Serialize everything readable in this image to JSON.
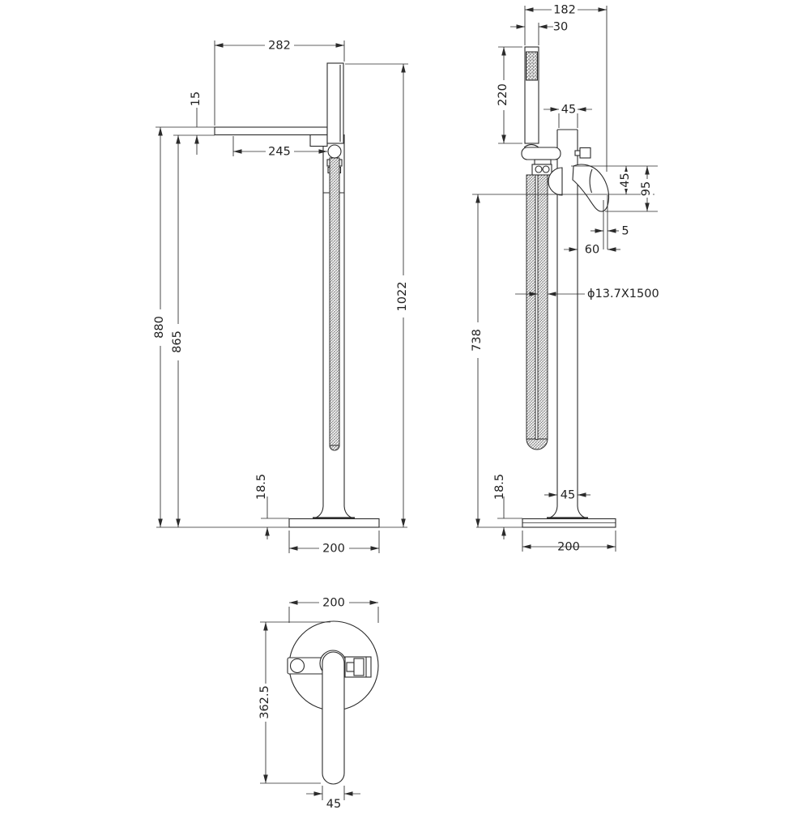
{
  "colors": {
    "background": "#ffffff",
    "line": "#2b2b2b"
  },
  "views": {
    "front": {
      "spout_reach": "282",
      "spout_thickness": "15",
      "spout_projection": "245",
      "height_spout_top": "880",
      "height_spout_bottom": "865",
      "overall_height": "1022",
      "base_thickness": "18.5",
      "base_diameter": "200"
    },
    "side": {
      "overall_depth": "182",
      "handset_width": "30",
      "handset_length": "220",
      "column_width": "45",
      "handle_top_offset": "45",
      "handle_height": "95",
      "handle_tip_offset": "5",
      "handle_projection": "60",
      "hose_spec": "ϕ13.7X1500",
      "rail_height": "738",
      "base_thickness": "18.5",
      "column_width_base": "45",
      "base_diameter": "200"
    },
    "plan": {
      "base_diameter": "200",
      "lever_reach": "362.5",
      "lever_width": "45"
    }
  }
}
